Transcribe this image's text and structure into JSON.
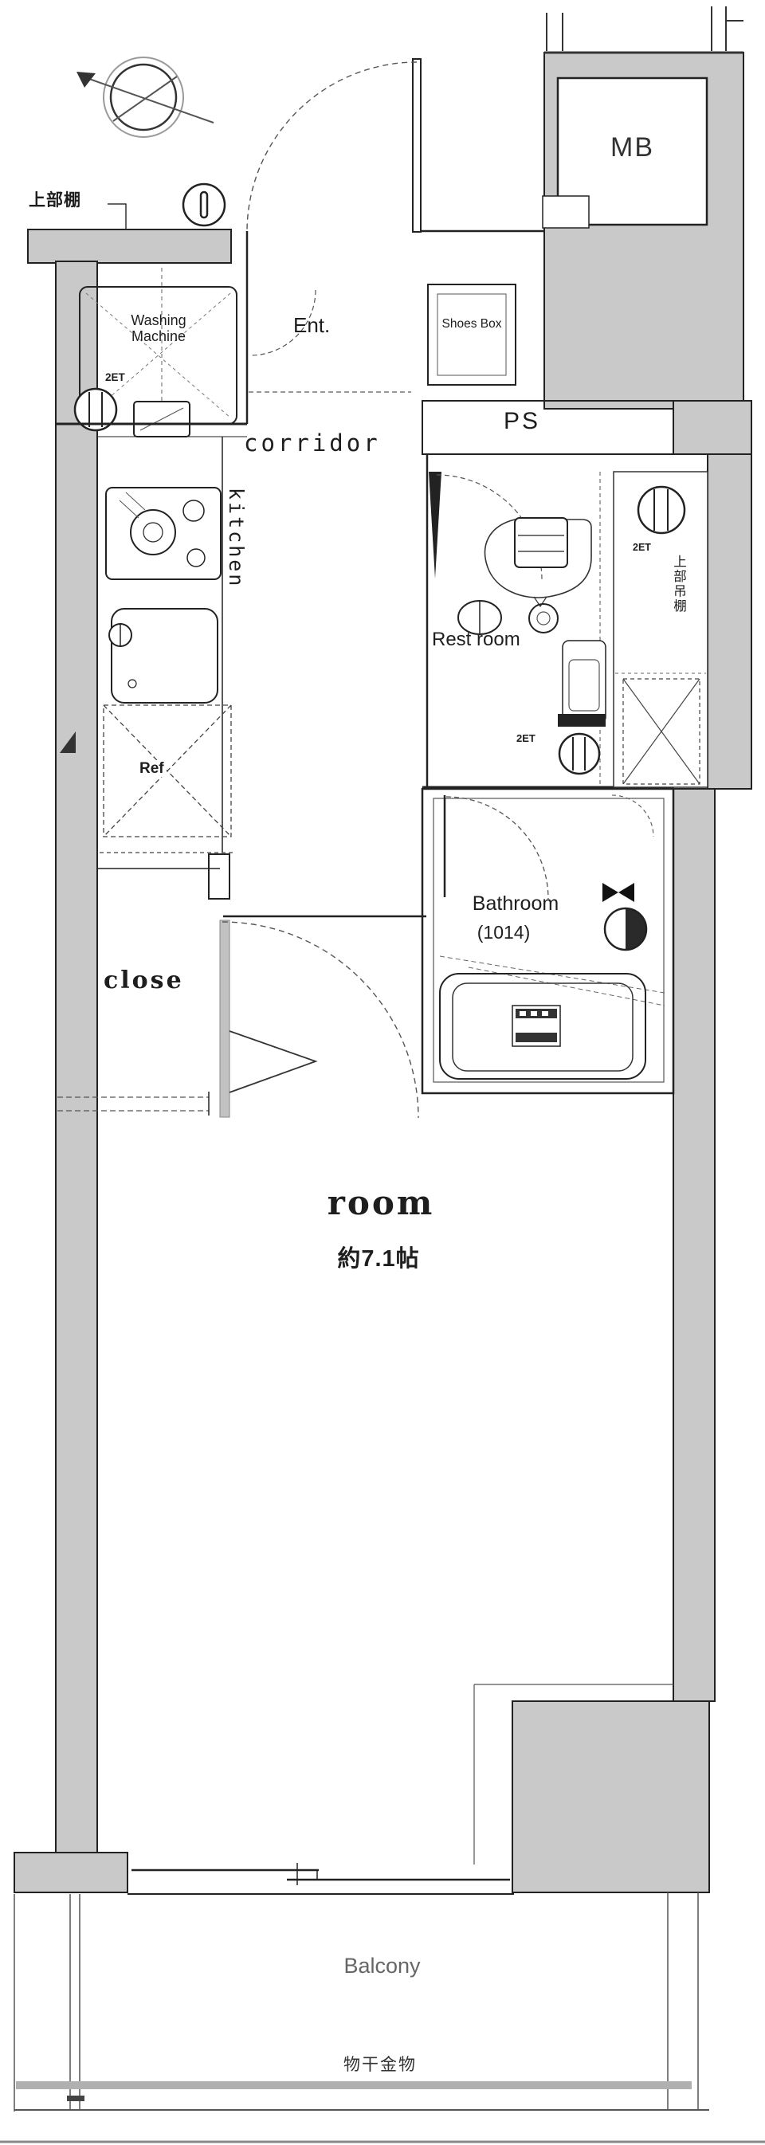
{
  "labels": {
    "upper_shelf": "上部棚",
    "meter_box": "MB",
    "washing_machine": "Washing Machine",
    "washing_machine_faucet": "2ET",
    "entrance": "Ent.",
    "shoes_box": "Shoes Box",
    "corridor": "corridor",
    "pipe_space": "PS",
    "kitchen": "kitchen",
    "refrigerator": "Ref",
    "rest_room": "Rest room",
    "rest_room_faucet_upper": "2ET",
    "rest_room_faucet_lower": "2ET",
    "upper_hanging_shelf": "上部吊棚",
    "bathroom": "Bathroom",
    "bathroom_size": "(1014)",
    "closet": "close",
    "main_room": "room",
    "main_room_area": "約7.1帖",
    "balcony": "Balcony",
    "laundry_hardware": "物干金物"
  },
  "colors": {
    "wall_fill": "#c9c9c9",
    "outline": "#1e1e1e",
    "dashed_line": "#555555",
    "balcony_text": "#666666"
  }
}
